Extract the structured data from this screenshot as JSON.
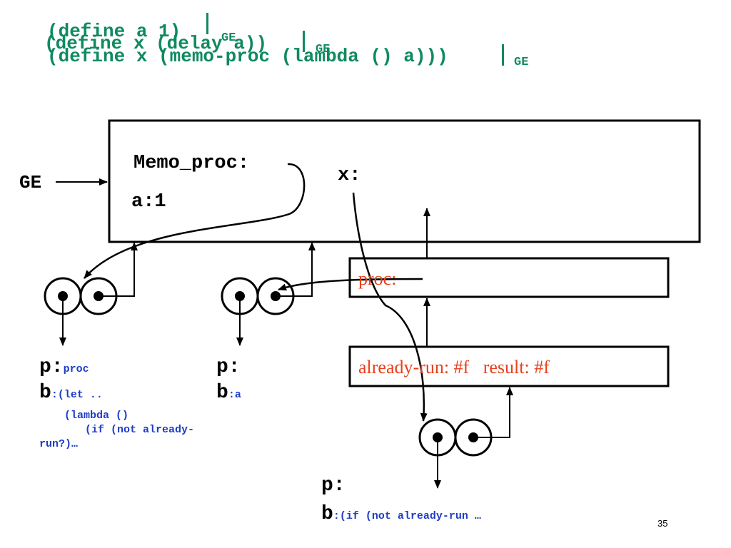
{
  "code_lines": [
    {
      "text": "(define a 1)",
      "env": "GE"
    },
    {
      "text": "(define x (delay a))",
      "env": "GE"
    },
    {
      "text": "(define x (memo-proc (lambda () a)))",
      "env": "GE"
    }
  ],
  "global_env_label": "GE",
  "global_frame": {
    "bindings": [
      "Memo_proc:",
      "a:1",
      "x:"
    ]
  },
  "frame_proc": {
    "binding": "proc:"
  },
  "frame_state": {
    "binding": "already-run: #f   result: #f"
  },
  "procedures": [
    {
      "p_key": "p:",
      "p_val": "proc",
      "b_key": "b",
      "b_val": ":(let ..",
      "body_lines": [
        "(lambda ()",
        "(if (not already-",
        "run?)…"
      ]
    },
    {
      "p_key": "p:",
      "p_val": "",
      "b_key": "b",
      "b_val": ":a",
      "body_lines": []
    },
    {
      "p_key": "p:",
      "p_val": "",
      "b_key": "b",
      "b_val": ":(if (not already-run …",
      "body_lines": []
    }
  ],
  "page_number": "35",
  "colors": {
    "code": "#0f8a5f",
    "procedure_text": "#1e3cc8",
    "frame_binding": "#e8401c",
    "lines": "#000000"
  }
}
